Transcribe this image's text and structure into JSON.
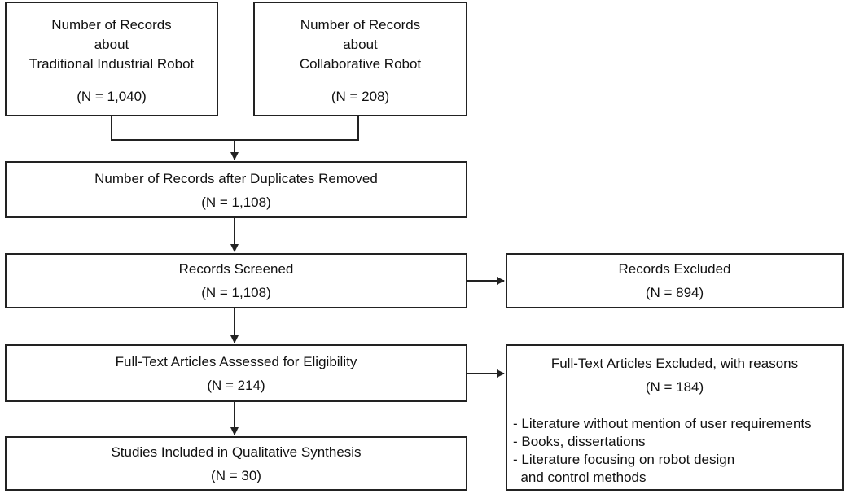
{
  "boxes": {
    "traditional": {
      "lines": [
        "Number of Records",
        "about",
        "Traditional Industrial Robot"
      ],
      "n": "(N = 1,040)"
    },
    "collaborative": {
      "lines": [
        "Number of Records",
        "about",
        "Collaborative Robot"
      ],
      "n": "(N = 208)"
    },
    "duplicates": {
      "title": "Number of Records after Duplicates Removed",
      "n": "(N = 1,108)"
    },
    "screened": {
      "title": "Records Screened",
      "n": "(N = 1,108)"
    },
    "excluded": {
      "title": "Records Excluded",
      "n": "(N = 894)"
    },
    "eligibility": {
      "title": "Full-Text Articles Assessed for Eligibility",
      "n": "(N = 214)"
    },
    "fulltext_excluded": {
      "title": "Full-Text Articles Excluded, with reasons",
      "n": "(N = 184)",
      "reasons": [
        "- Literature without mention of user requirements",
        "- Books, dissertations",
        "- Literature focusing on robot design",
        "  and control methods"
      ]
    },
    "included": {
      "title": "Studies Included in Qualitative Synthesis",
      "n": "(N = 30)"
    }
  },
  "colors": {
    "line": "#222222",
    "background": "#ffffff",
    "text": "#111111"
  }
}
